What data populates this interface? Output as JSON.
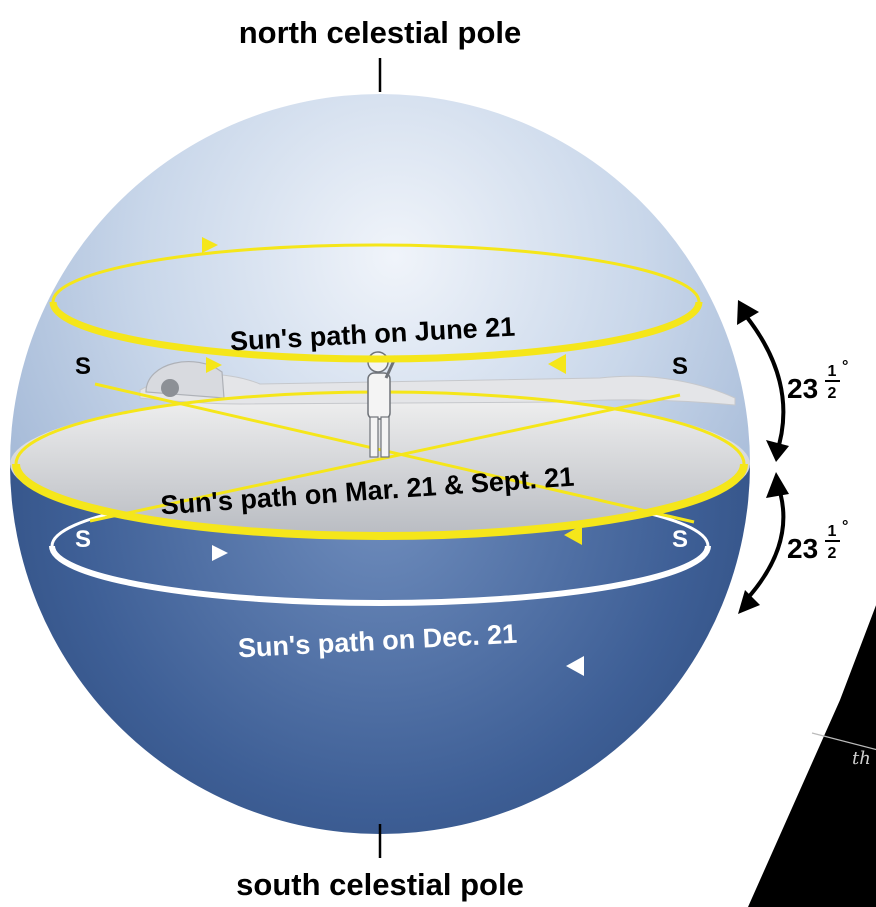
{
  "labels": {
    "north_pole": "north celestial pole",
    "south_pole": "south celestial pole",
    "direction_upper_left": "S",
    "direction_upper_right": "S",
    "direction_lower_left": "S",
    "direction_lower_right": "S"
  },
  "sun_paths": {
    "june": "Sun's path on June 21",
    "equinox": "Sun's path on Mar. 21 & Sept. 21",
    "december": "Sun's path on Dec. 21"
  },
  "angles": {
    "upper_whole": "23",
    "upper_numerator": "1",
    "upper_denominator": "2",
    "upper_degree": "°",
    "lower_whole": "23",
    "lower_numerator": "1",
    "lower_denominator": "2",
    "lower_degree": "°"
  },
  "clipped_text": "th",
  "colors": {
    "sky_light": "#e6ecf4",
    "sky_mid": "#a9bcd8",
    "ground_disk": "#d4d6da",
    "lower_hemisphere": "#345285",
    "sun_path_yellow": "#f5e61a",
    "dec_path_white": "#ffffff",
    "black_panel": "#000000"
  }
}
